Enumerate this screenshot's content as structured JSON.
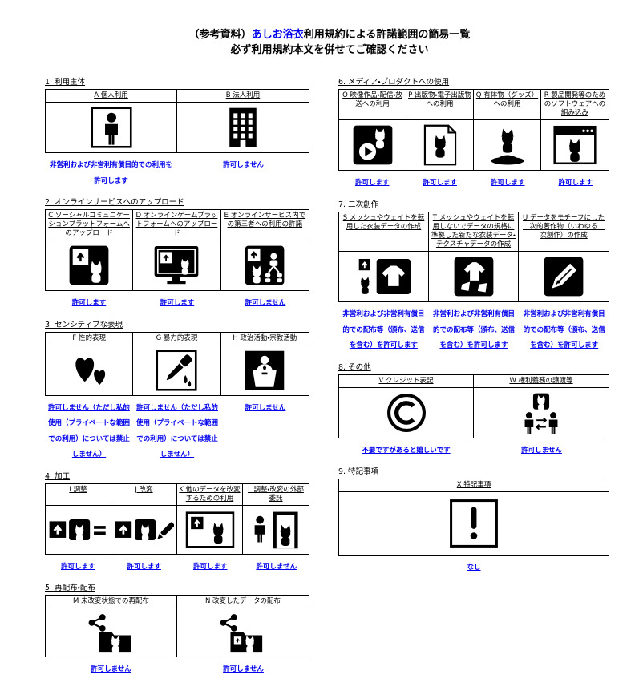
{
  "page": {
    "title_prefix": "（参考資料）",
    "title_brand": "あしお浴衣",
    "title_suffix": "利用規約による許諾範囲の簡易一覧",
    "subtitle": "必ず利用規約本文を併せてご確認ください"
  },
  "colors": {
    "accent_blue": "#0000ee",
    "text": "#000000",
    "background": "#ffffff"
  },
  "sections": [
    {
      "id": "1",
      "column": "left",
      "heading": "1. 利用主体",
      "items": [
        {
          "key": "A",
          "label": "A 個人利用",
          "icon": "person-icon",
          "result": "非営利および非営利有償目的での利用を許可します"
        },
        {
          "key": "B",
          "label": "B 法人利用",
          "icon": "building-icon",
          "result": "許可しません"
        }
      ]
    },
    {
      "id": "2",
      "column": "left",
      "heading": "2. オンラインサービスへのアップロード",
      "items": [
        {
          "key": "C",
          "label": "C ソーシャルコミュニケーションプラットフォームへのアップロード",
          "icon": "social-upload-icon",
          "result": "許可します"
        },
        {
          "key": "D",
          "label": "D オンラインゲームプラットフォームへのアップロード",
          "icon": "game-upload-icon",
          "result": "許可します"
        },
        {
          "key": "E",
          "label": "E オンラインサービス内での第三者への利用の許諾",
          "icon": "third-party-license-icon",
          "result": "許可しません"
        }
      ]
    },
    {
      "id": "3",
      "column": "left",
      "heading": "3. センシティブな表現",
      "items": [
        {
          "key": "F",
          "label": "F 性的表現",
          "icon": "sexual-expression-icon",
          "result": "許可しません（ただし私的使用（プライベートな範囲での利用）については禁止しません）"
        },
        {
          "key": "G",
          "label": "G 暴力的表現",
          "icon": "violent-expression-icon",
          "result": "許可しません（ただし私的使用（プライベートな範囲での利用）については禁止しません）"
        },
        {
          "key": "H",
          "label": "H 政治活動・宗教活動",
          "icon": "politics-religion-icon",
          "result": "許可しません"
        }
      ]
    },
    {
      "id": "4",
      "column": "left",
      "heading": "4. 加工",
      "items": [
        {
          "key": "I",
          "label": "I 調整",
          "icon": "adjust-icon",
          "result": "許可します"
        },
        {
          "key": "J",
          "label": "J 改変",
          "icon": "modify-icon",
          "result": "許可します"
        },
        {
          "key": "K",
          "label": "K 他のデータを改変するための利用",
          "icon": "modify-other-data-icon",
          "result": "許可します"
        },
        {
          "key": "L",
          "label": "L 調整・改変の外部委託",
          "icon": "outsourcing-icon",
          "result": "許可しません"
        }
      ]
    },
    {
      "id": "5",
      "column": "left",
      "heading": "5. 再配布・配布",
      "items": [
        {
          "key": "M",
          "label": "M 未改変状態での再配布",
          "icon": "redistribute-unmodified-icon",
          "result": "許可しません"
        },
        {
          "key": "N",
          "label": "N 改変したデータの配布",
          "icon": "distribute-modified-icon",
          "result": "許可しません"
        }
      ]
    },
    {
      "id": "6",
      "column": "right",
      "heading": "6. メディア・プロダクトへの使用",
      "items": [
        {
          "key": "O",
          "label": "O 映像作品・配信・放送への利用",
          "icon": "video-broadcast-icon",
          "result": "許可します"
        },
        {
          "key": "P",
          "label": "P 出版物・電子出版物への利用",
          "icon": "publication-icon",
          "result": "許可します"
        },
        {
          "key": "Q",
          "label": "Q 有体物（グッズ）への利用",
          "icon": "goods-icon",
          "result": "許可します"
        },
        {
          "key": "R",
          "label": "R 製品開発等のためのソフトウェアへの組み込み",
          "icon": "software-icon",
          "result": "許可します"
        }
      ]
    },
    {
      "id": "7",
      "column": "right",
      "heading": "7. 二次創作",
      "items": [
        {
          "key": "S",
          "label": "S メッシュやウェイトを転用した衣装データの作成",
          "icon": "costume-reuse-icon",
          "result": "非営利および非営利有償目的での配布等（頒布、送信を含む）を許可します"
        },
        {
          "key": "T",
          "label": "T メッシュやウェイトを転用しないでデータの規格に準拠した新たな衣装データ・テクスチャデータの作成",
          "icon": "costume-new-icon",
          "result": "非営利および非営利有償目的での配布等（頒布、送信を含む）を許可します"
        },
        {
          "key": "U",
          "label": "U データをモチーフにした二次的著作物（いわゆる二次創作）の作成",
          "icon": "derivative-work-icon",
          "result": "非営利および非営利有償目的での配布等（頒布、送信を含む）を許可します"
        }
      ]
    },
    {
      "id": "8",
      "column": "right",
      "heading": "8. その他",
      "items": [
        {
          "key": "V",
          "label": "V クレジット表記",
          "icon": "copyright-credit-icon",
          "result": "不要ですがあると嬉しいです"
        },
        {
          "key": "W",
          "label": "W 権利義務の譲渡等",
          "icon": "rights-transfer-icon",
          "result": "許可しません"
        }
      ]
    },
    {
      "id": "9",
      "column": "right",
      "heading": "9. 特記事項",
      "items": [
        {
          "key": "X",
          "label": "X 特記事項",
          "icon": "special-notes-icon",
          "result": "なし"
        }
      ]
    }
  ]
}
